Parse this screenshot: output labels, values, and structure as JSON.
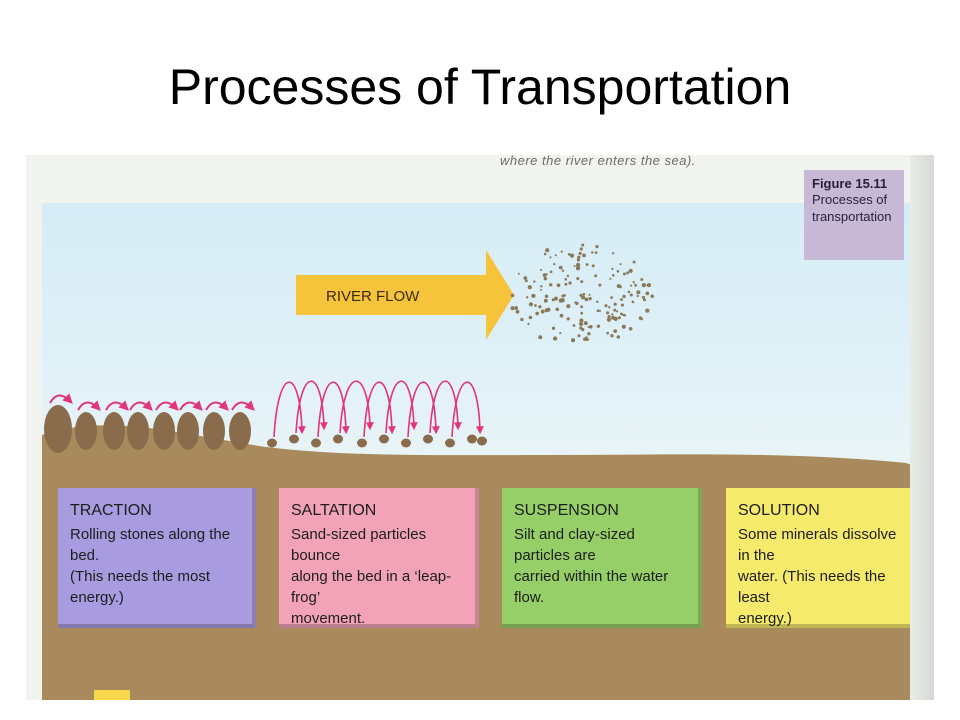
{
  "slide": {
    "title": "Processes of Transportation"
  },
  "figure": {
    "top_text": "where the river enters the sea).",
    "caption": {
      "number": "Figure 15.11",
      "lines": [
        "Processes of",
        "transportation"
      ]
    },
    "arrow_label": "RIVER FLOW",
    "processes": [
      {
        "title": "TRACTION",
        "lines": [
          "Rolling stones along the bed.",
          "(This needs the most energy.)"
        ],
        "color": "#a99be0"
      },
      {
        "title": "SALTATION",
        "lines": [
          "Sand-sized particles bounce",
          "along the bed in a ‘leap-frog’",
          "movement."
        ],
        "color": "#f2a3b7"
      },
      {
        "title": "SUSPENSION",
        "lines": [
          "Silt and clay-sized particles are",
          "carried within the water flow."
        ],
        "color": "#96cf68"
      },
      {
        "title": "SOLUTION",
        "lines": [
          "Some minerals dissolve in the",
          "water. (This needs the least",
          "energy.)"
        ],
        "color": "#f6ea6c"
      }
    ],
    "colors": {
      "riverbed": "#a98a5c",
      "stones": "#8a6b4c",
      "arrows": "#e0357e",
      "flow_arrow": "#f5c43a"
    }
  }
}
